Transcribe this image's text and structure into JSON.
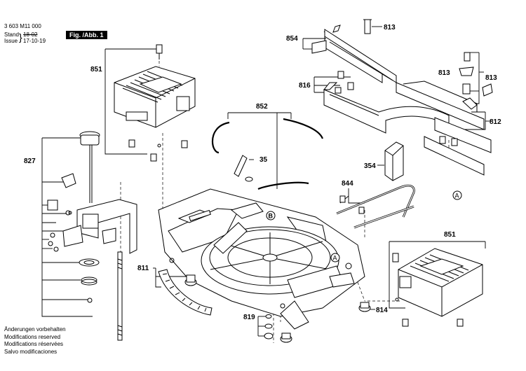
{
  "header": {
    "doc_number": "3 603 M11 000",
    "stand_label": "Stand",
    "issue_label": "Issue",
    "stand_date": "18-02",
    "issue_date": "17-10-19",
    "figure_badge": "Fig. /Abb. 1"
  },
  "notes": [
    "Änderungen vorbehalten",
    "Modifications reserved",
    "Modifications réservées",
    "Salvo modificaciones"
  ],
  "callouts": {
    "c854": "854",
    "c813a": "813",
    "c851a": "851",
    "c813b": "813",
    "c813c": "813",
    "c816": "816",
    "c852": "852",
    "c812": "812",
    "c827": "827",
    "c35": "35",
    "c354": "354",
    "c844": "844",
    "cA1": "A",
    "cB": "B",
    "cA2": "A",
    "c851b": "851",
    "c811": "811",
    "c814": "814",
    "c819": "819"
  }
}
